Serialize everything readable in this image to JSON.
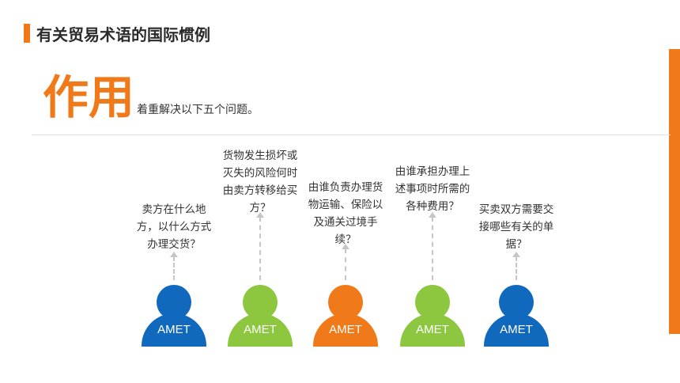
{
  "header": {
    "title": "有关贸易术语的国际惯例"
  },
  "section": {
    "heading": "作用",
    "subtitle": "着重解决以下五个问题。"
  },
  "colors": {
    "accent": "#f07a1a",
    "blue": "#1169bd",
    "green": "#8dc63f",
    "orange": "#f07a1a"
  },
  "people": [
    {
      "question": "卖方在什么地方，以什么方式办理交货？",
      "label": "AMET",
      "color": "#1169bd"
    },
    {
      "question": "货物发生损坏或灭失的风险何时由卖方转移给买方？",
      "label": "AMET",
      "color": "#8dc63f"
    },
    {
      "question": "由谁负责办理货物运输、保险以及通关过境手续？",
      "label": "AMET",
      "color": "#f07a1a"
    },
    {
      "question": "由谁承担办理上述事项时所需的各种费用？",
      "label": "AMET",
      "color": "#8dc63f"
    },
    {
      "question": "买卖双方需要交接哪些有关的单据？",
      "label": "AMET",
      "color": "#1169bd"
    }
  ]
}
